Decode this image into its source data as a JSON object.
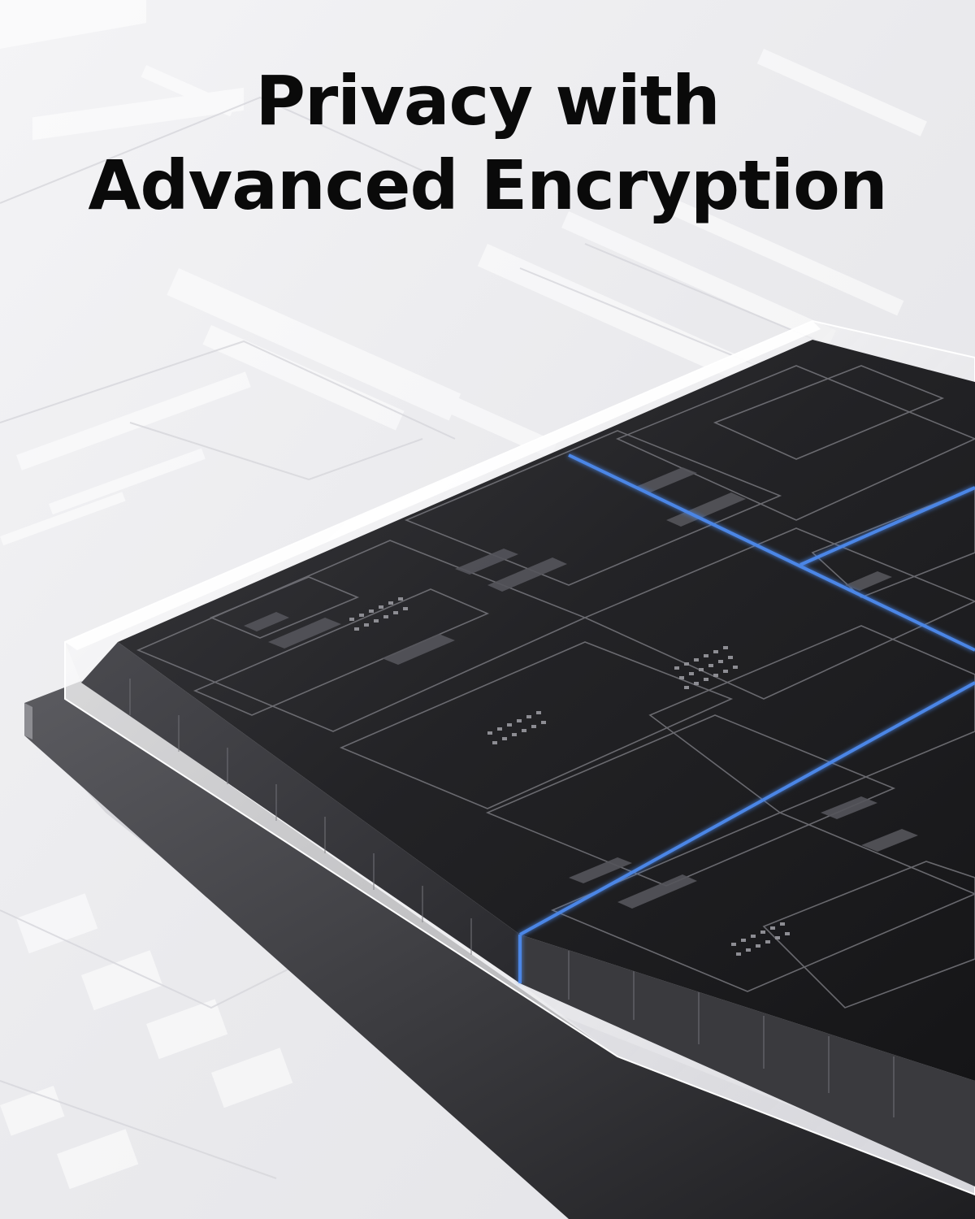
{
  "headline": {
    "line1": "Privacy with",
    "line2": "Advanced Encryption"
  },
  "colors": {
    "background": "#ececef",
    "headline_text": "#0a0a0a",
    "chip_dark": "#1b1b1d",
    "circuit_line": "#8a8a8f",
    "encryption_glow": "#4b86e6"
  },
  "illustration": {
    "subject": "encryption-chip",
    "style": "3d-isometric-circuit-board"
  }
}
